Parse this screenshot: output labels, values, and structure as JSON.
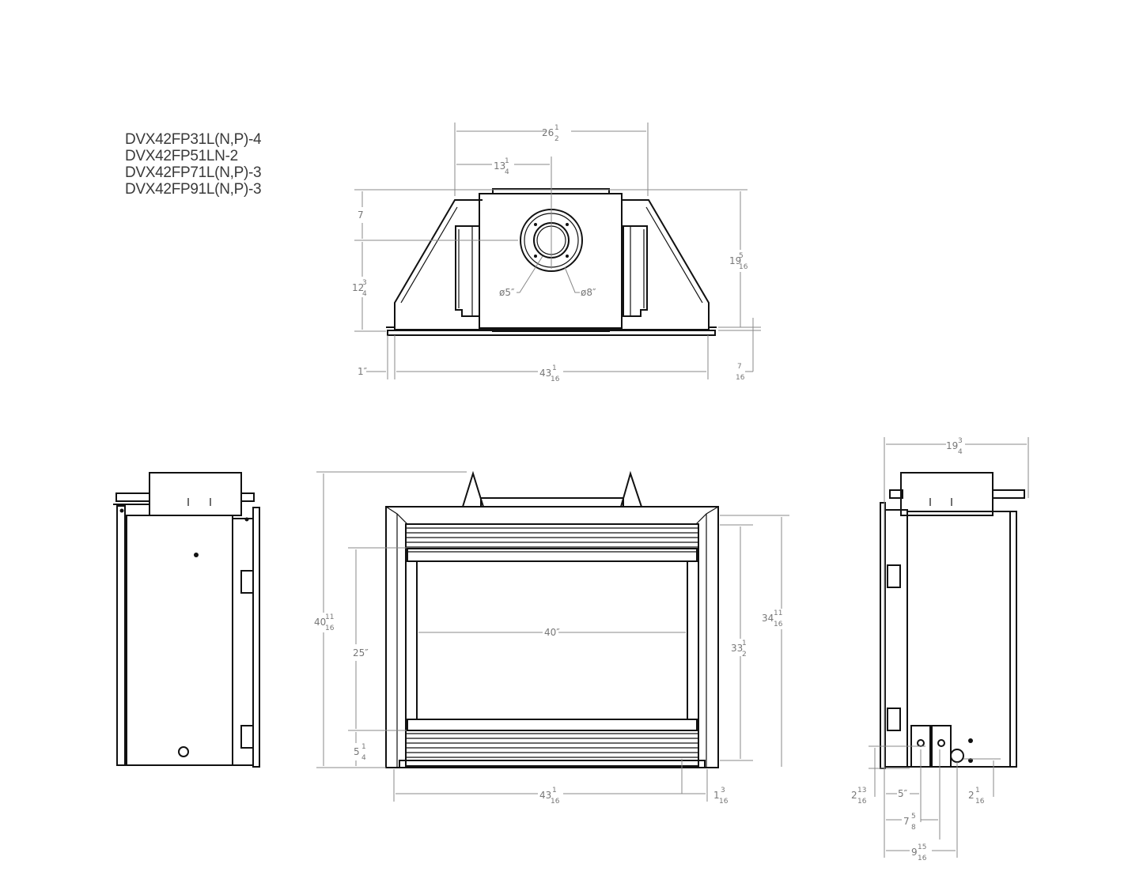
{
  "models": [
    "DVX42FP31L(N,P)-4",
    "DVX42FP51LN-2",
    "DVX42FP71L(N,P)-3",
    "DVX42FP91L(N,P)-3"
  ],
  "top_view": {
    "dims": {
      "overall_top_width": {
        "whole": "26",
        "num": "1",
        "den": "2"
      },
      "flue_center_offset": {
        "whole": "13",
        "num": "1",
        "den": "4"
      },
      "flue_upper": {
        "whole": "7",
        "num": "",
        "den": ""
      },
      "flue_lower": {
        "whole": "12",
        "num": "3",
        "den": "4"
      },
      "total_depth": {
        "whole": "19",
        "num": "5",
        "den": "16"
      },
      "inner_diameter": "ø5″",
      "outer_diameter": "ø8″",
      "left_flange": "1″",
      "base_width": {
        "whole": "43",
        "num": "1",
        "den": "16"
      },
      "right_flange": {
        "whole": "",
        "num": "7",
        "den": "16"
      }
    }
  },
  "front_view": {
    "dims": {
      "overall_height": {
        "whole": "40",
        "num": "11",
        "den": "16"
      },
      "opening_height": "25″",
      "opening_width": "40″",
      "louver_height": {
        "whole": "5",
        "num": "1",
        "den": "4"
      },
      "frame_height_outer": {
        "whole": "34",
        "num": "11",
        "den": "16"
      },
      "frame_height_inner": {
        "whole": "33",
        "num": "1",
        "den": "2"
      },
      "base_width": {
        "whole": "43",
        "num": "1",
        "den": "16"
      },
      "base_offset": {
        "whole": "1",
        "num": "3",
        "den": "16"
      }
    }
  },
  "right_view": {
    "dims": {
      "depth": {
        "whole": "19",
        "num": "3",
        "den": "4"
      },
      "gas_height_left": {
        "whole": "2",
        "num": "13",
        "den": "16"
      },
      "gas_height_right": {
        "whole": "2",
        "num": "1",
        "den": "16"
      },
      "valve1_offset": "5″",
      "valve2_offset": {
        "whole": "7",
        "num": "5",
        "den": "8"
      },
      "knockout_offset": {
        "whole": "9",
        "num": "15",
        "den": "16"
      }
    }
  }
}
